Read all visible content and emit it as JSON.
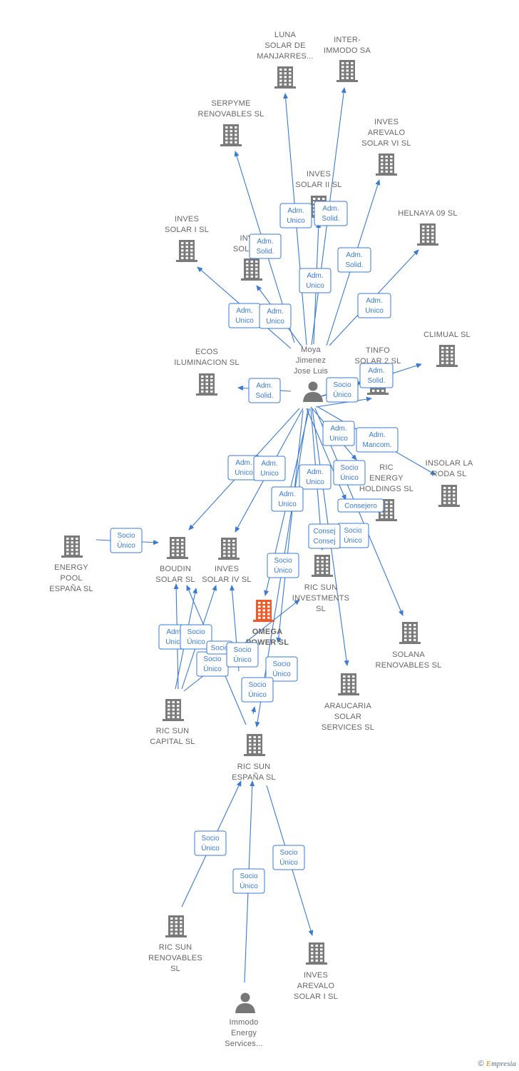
{
  "colors": {
    "edge": "#3a7ad5",
    "building": "#7a7a7a",
    "highlight": "#f05a28",
    "person": "#777777",
    "label": "#666666"
  },
  "brand": {
    "copyright": "©",
    "first_letter": "E",
    "rest": "mpresia"
  },
  "nodes": [
    {
      "id": "luna",
      "type": "company",
      "label": [
        "LUNA",
        "SOLAR DE",
        "MANJARRES..."
      ]
    },
    {
      "id": "inter",
      "type": "company",
      "label": [
        "INTER-",
        "IMMODO SA"
      ]
    },
    {
      "id": "serpyme",
      "type": "company",
      "label": [
        "SERPYME",
        "RENOVABLES SL"
      ]
    },
    {
      "id": "arevalo6",
      "type": "company",
      "label": [
        "INVES",
        "AREVALO",
        "SOLAR VI SL"
      ]
    },
    {
      "id": "inves2",
      "type": "company",
      "label": [
        "INVES",
        "SOLAR II SL"
      ]
    },
    {
      "id": "helnaya",
      "type": "company",
      "label": [
        "HELNAYA 09 SL"
      ]
    },
    {
      "id": "inves1",
      "type": "company",
      "label": [
        "INVES",
        "SOLAR I SL"
      ]
    },
    {
      "id": "inv_partial",
      "type": "company",
      "label": [
        "INV",
        "SOLAR"
      ]
    },
    {
      "id": "ecos",
      "type": "company",
      "label": [
        "ECOS",
        "ILUMINACION SL"
      ]
    },
    {
      "id": "moya",
      "type": "person",
      "label": [
        "Moya",
        "Jimenez",
        "Jose Luis"
      ]
    },
    {
      "id": "tinfo",
      "type": "company",
      "label": [
        "TINFO",
        "SOLAR 2 SL"
      ]
    },
    {
      "id": "climual",
      "type": "company",
      "label": [
        "CLIMUAL SL"
      ]
    },
    {
      "id": "insolar",
      "type": "company",
      "label": [
        "INSOLAR LA",
        "RODA  SL"
      ]
    },
    {
      "id": "ricenergy",
      "type": "company",
      "label": [
        "RIC",
        "ENERGY",
        "HOLDINGS  SL"
      ]
    },
    {
      "id": "energypool",
      "type": "company",
      "label": [
        "ENERGY",
        "POOL",
        "ESPAÑA  SL"
      ]
    },
    {
      "id": "boudin",
      "type": "company",
      "label": [
        "BOUDIN",
        "SOLAR SL"
      ]
    },
    {
      "id": "inves4",
      "type": "company",
      "label": [
        "INVES",
        "SOLAR IV SL"
      ]
    },
    {
      "id": "ricinvest",
      "type": "company",
      "label": [
        "RIC SUN",
        "INVESTMENTS",
        "SL"
      ]
    },
    {
      "id": "solana",
      "type": "company",
      "label": [
        "SOLANA",
        "RENOVABLES SL"
      ]
    },
    {
      "id": "omega",
      "type": "company_focus",
      "label": [
        "OMEGA",
        "POWER  SL"
      ]
    },
    {
      "id": "araucaria",
      "type": "company",
      "label": [
        "ARAUCARIA",
        "SOLAR",
        "SERVICES SL"
      ]
    },
    {
      "id": "riccapital",
      "type": "company",
      "label": [
        "RIC SUN",
        "CAPITAL  SL"
      ]
    },
    {
      "id": "ricespana",
      "type": "company",
      "label": [
        "RIC SUN",
        "ESPAÑA  SL"
      ]
    },
    {
      "id": "ricrenov",
      "type": "company",
      "label": [
        "RIC SUN",
        "RENOVABLES",
        "SL"
      ]
    },
    {
      "id": "arevalo1",
      "type": "company",
      "label": [
        "INVES",
        "AREVALO",
        "SOLAR I  SL"
      ]
    },
    {
      "id": "immodo",
      "type": "person",
      "label": [
        "Immodo",
        "Energy",
        "Services..."
      ]
    }
  ],
  "edge_labels": [
    [
      "Adm.",
      "Unico"
    ],
    [
      "Adm.",
      "Solid."
    ],
    [
      "Adm.",
      "Solid."
    ],
    [
      "Adm.",
      "Solid."
    ],
    [
      "Adm.",
      "Unico"
    ],
    [
      "Adm.",
      "Unico"
    ],
    [
      "Adm.",
      "Unico"
    ],
    [
      "Adm.",
      "Unico"
    ],
    [
      "Adm.",
      "Solid."
    ],
    [
      "Socio",
      "Único"
    ],
    [
      "Adm.",
      "Solid."
    ],
    [
      "Adm.",
      "Unico"
    ],
    [
      "Adm.",
      "Mancom."
    ],
    [
      "Socio",
      "Único"
    ],
    [
      "Adm.",
      "Unico"
    ],
    [
      "Adm.",
      "Unico"
    ],
    [
      "Adm.",
      "Unico"
    ],
    [
      "Consejero"
    ],
    [
      "Adm.",
      "Unico"
    ],
    [
      "Socio",
      "Único"
    ],
    [
      "Consej",
      "Consej"
    ],
    [
      "Socio",
      "Único"
    ],
    [
      "Adm.",
      "Unico"
    ],
    [
      "Socio",
      "Único"
    ],
    [
      "Socio",
      "Único"
    ],
    [
      "Socio"
    ],
    [
      "Socio",
      "Único"
    ],
    [
      "Socio",
      "Único"
    ],
    [
      "Socio",
      "Único"
    ],
    [
      "Socio",
      "Único"
    ],
    [
      "Socio",
      "Único"
    ],
    [
      "Socio",
      "Único"
    ],
    [
      "Socio",
      "Único"
    ]
  ]
}
